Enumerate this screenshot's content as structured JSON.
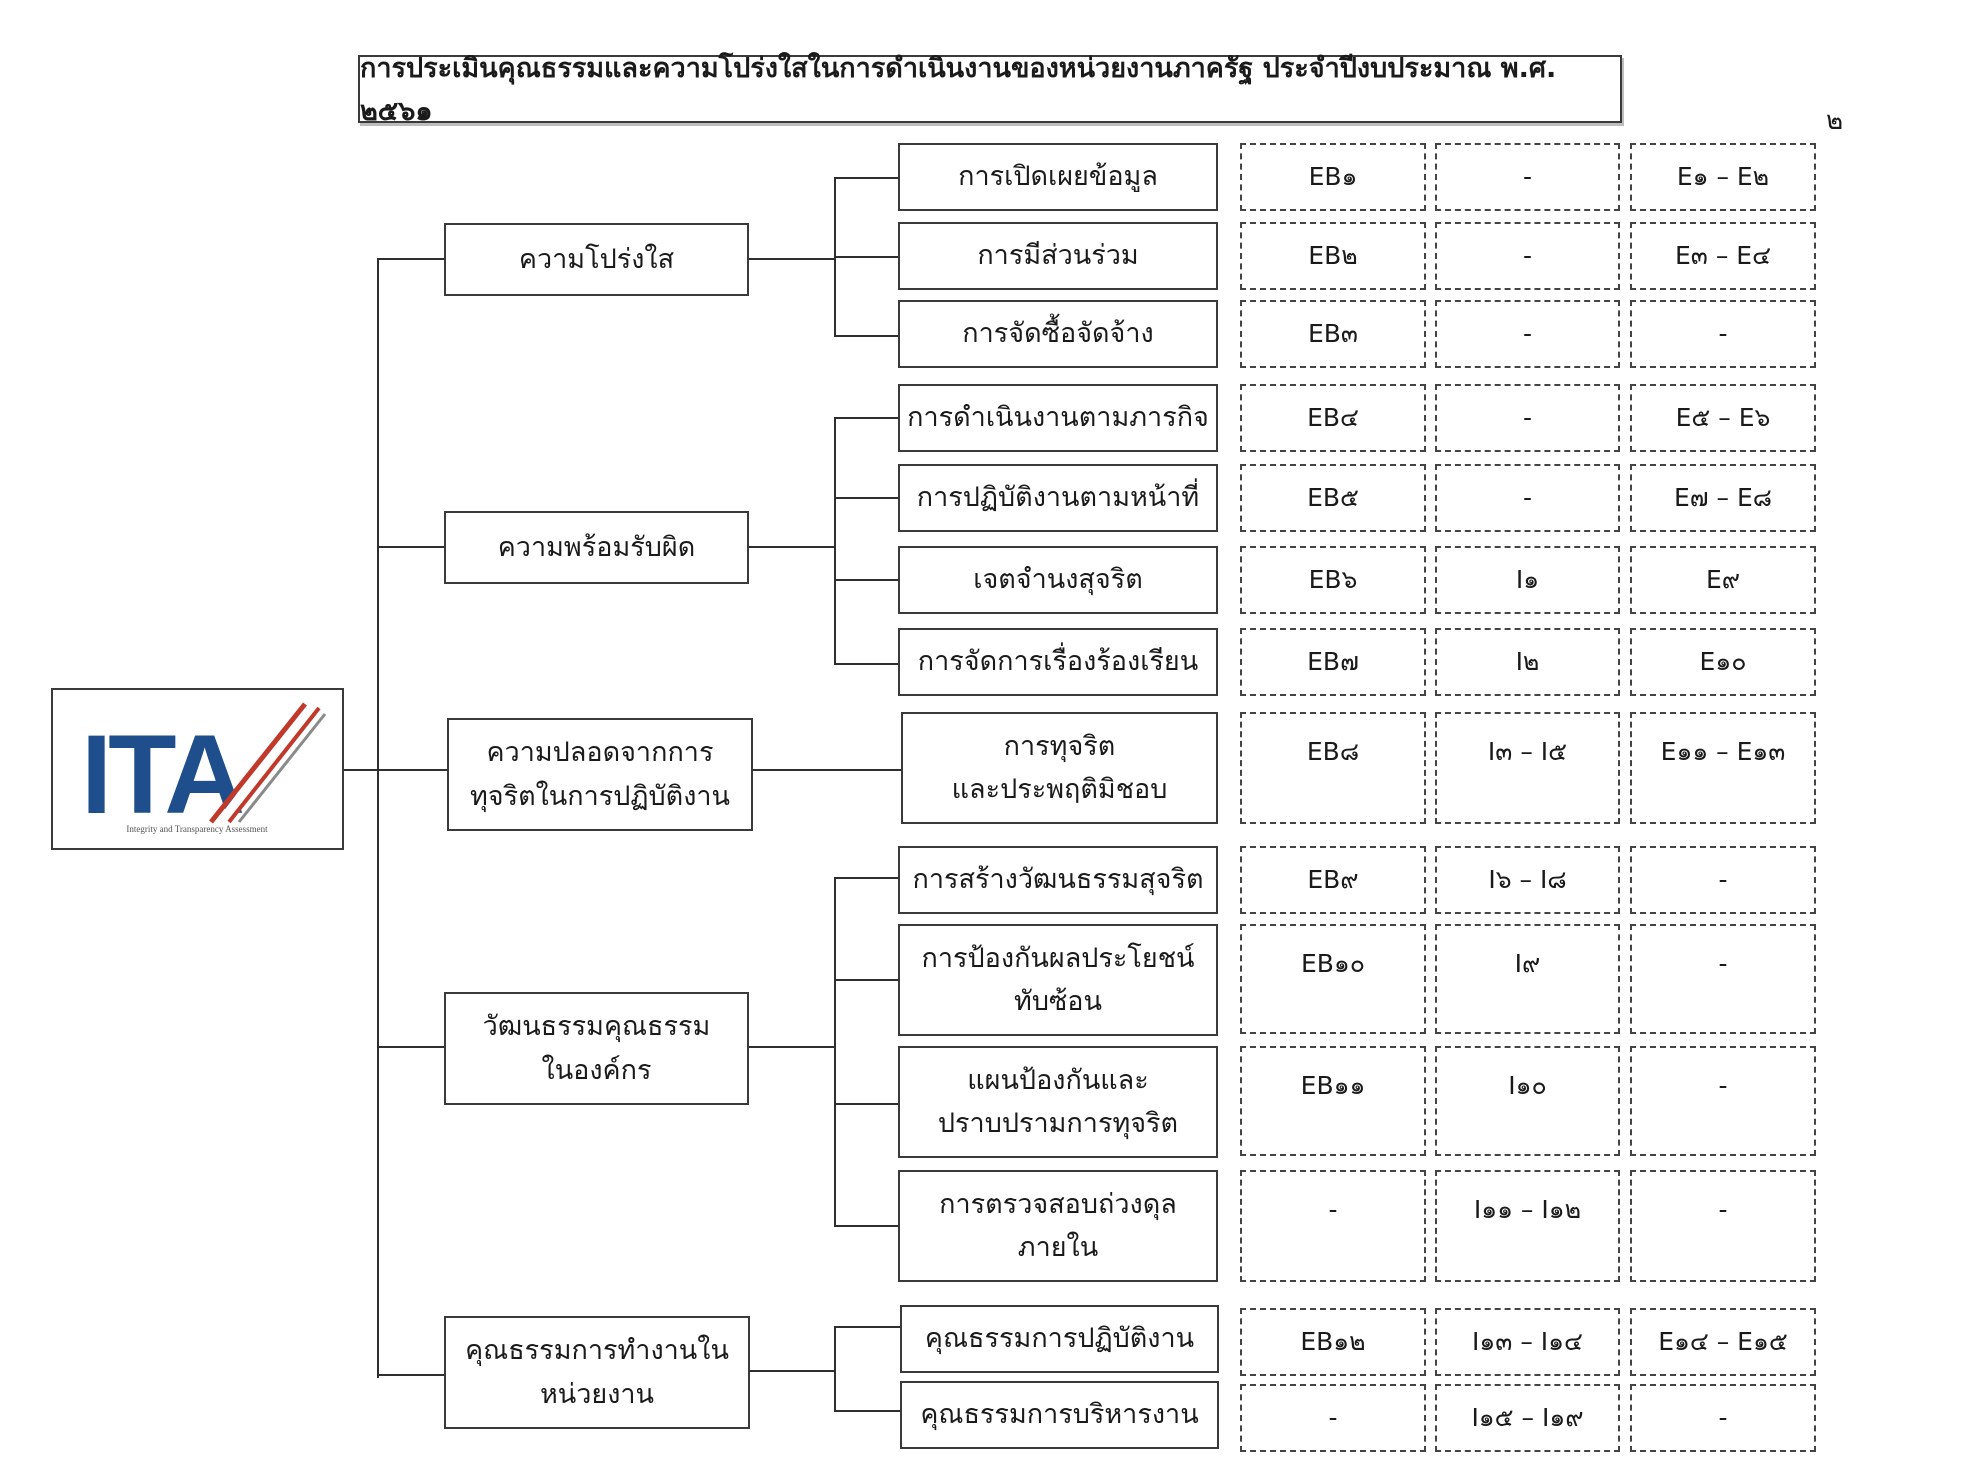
{
  "title": "การประเมินคุณธรรมและความโปร่งใสในการดำเนินงานของหน่วยงานภาครัฐ ประจำปีงบประมาณ พ.ศ. ๒๕๖๑",
  "page_number": "๒",
  "logo": {
    "text": "ITA",
    "subtitle": "Integrity and Transparency Assessment"
  },
  "dash": "-",
  "categories": [
    {
      "label": "ความโปร่งใส"
    },
    {
      "label": "ความพร้อมรับผิด"
    },
    {
      "line1": "ความปลอดจากการ",
      "line2": "ทุจริตในการปฏิบัติงาน"
    },
    {
      "line1": "วัฒนธรรมคุณธรรม",
      "line2": "ในองค์กร"
    },
    {
      "line1": "คุณธรรมการทำงานใน",
      "line2": "หน่วยงาน"
    }
  ],
  "indicators": [
    {
      "label": "การเปิดเผยข้อมูล",
      "eb": "EB๑",
      "i": "-",
      "e": "E๑ – E๒"
    },
    {
      "label": "การมีส่วนร่วม",
      "eb": "EB๒",
      "i": "-",
      "e": "E๓ – E๔"
    },
    {
      "label": "การจัดซื้อจัดจ้าง",
      "eb": "EB๓",
      "i": "-",
      "e": "-"
    },
    {
      "label": "การดำเนินงานตามภารกิจ",
      "eb": "EB๔",
      "i": "-",
      "e": "E๕ – E๖"
    },
    {
      "label": "การปฏิบัติงานตามหน้าที่",
      "eb": "EB๕",
      "i": "-",
      "e": "E๗ – E๘"
    },
    {
      "label": "เจตจำนงสุจริต",
      "eb": "EB๖",
      "i": "I๑",
      "e": "E๙"
    },
    {
      "label": "การจัดการเรื่องร้องเรียน",
      "eb": "EB๗",
      "i": "I๒",
      "e": "E๑๐"
    },
    {
      "line1": "การทุจริต",
      "line2": "และประพฤติมิชอบ",
      "eb": "EB๘",
      "i": "I๓ – I๕",
      "e": "E๑๑ – E๑๓"
    },
    {
      "label": "การสร้างวัฒนธรรมสุจริต",
      "eb": "EB๙",
      "i": "I๖ – I๘",
      "e": "-"
    },
    {
      "line1": "การป้องกันผลประโยชน์",
      "line2": "ทับซ้อน",
      "eb": "EB๑๐",
      "i": "I๙",
      "e": "-"
    },
    {
      "line1": "แผนป้องกันและ",
      "line2": "ปราบปรามการทุจริต",
      "eb": "EB๑๑",
      "i": "I๑๐",
      "e": "-"
    },
    {
      "line1": "การตรวจสอบถ่วงดุล",
      "line2": "ภายใน",
      "eb": "-",
      "i": "I๑๑ – I๑๒",
      "e": "-"
    },
    {
      "label": "คุณธรรมการปฏิบัติงาน",
      "eb": "EB๑๒",
      "i": "I๑๓ – I๑๔",
      "e": "E๑๔ – E๑๕"
    },
    {
      "label": "คุณธรรมการบริหารงาน",
      "eb": "-",
      "i": "I๑๕ – I๑๙",
      "e": "-"
    }
  ]
}
